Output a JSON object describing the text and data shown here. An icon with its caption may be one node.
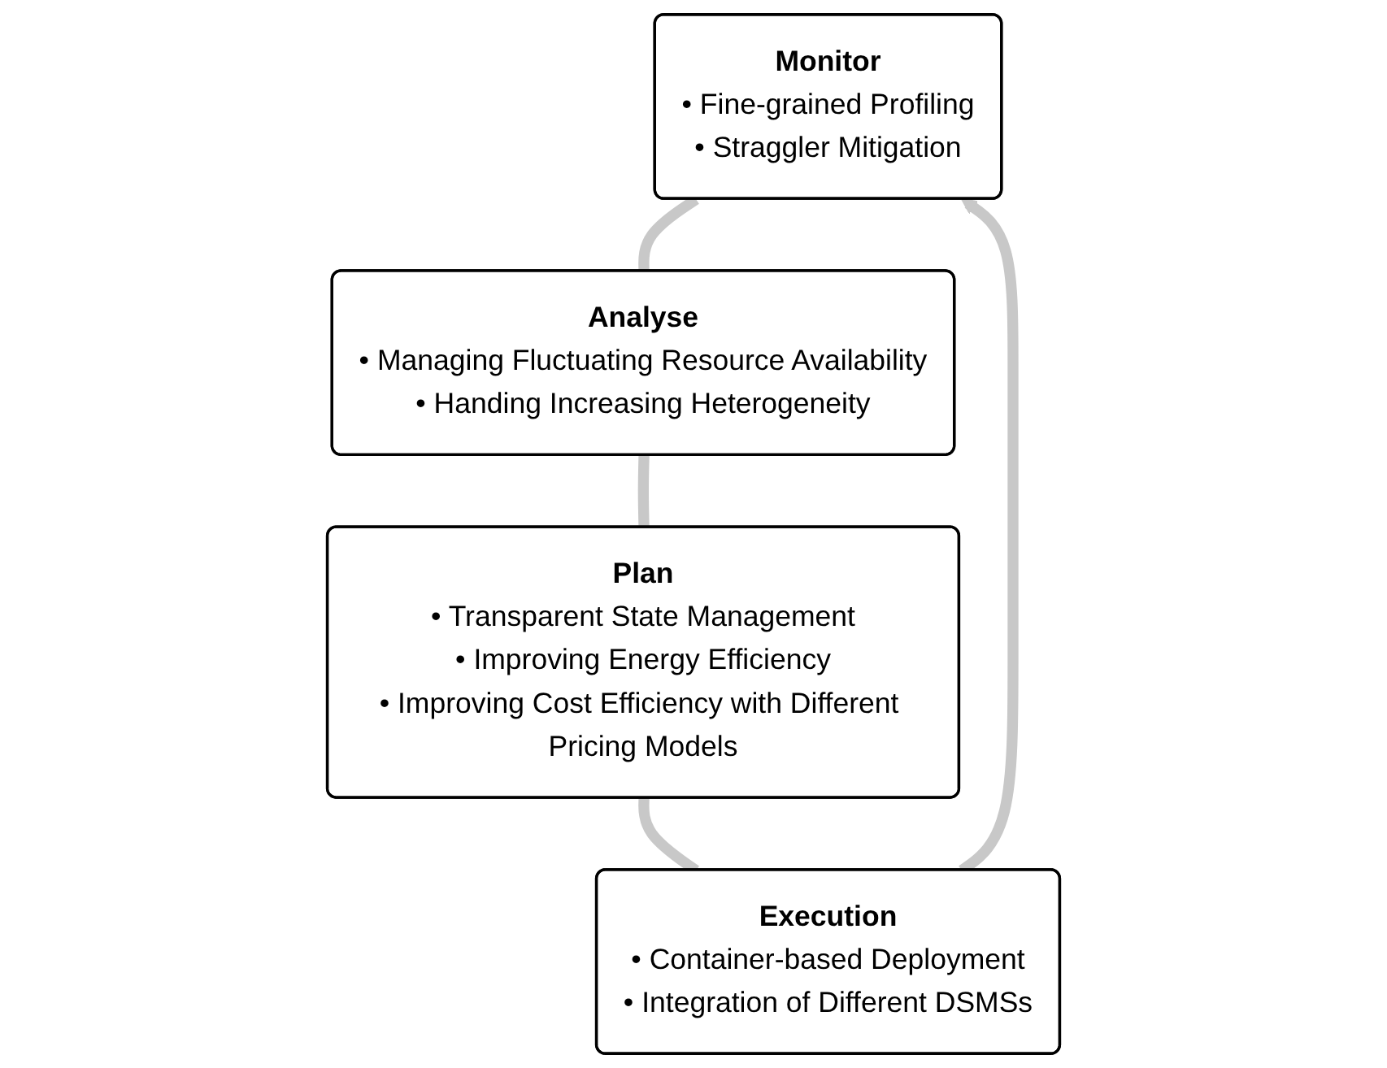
{
  "diagram": {
    "nodes": [
      {
        "text": [
          "Monitor",
          "• Fine-grained Profiling",
          "• Straggler Mitigation"
        ]
      },
      {
        "text": [
          "Analyse",
          "• Managing Fluctuating Resource Availability",
          "• Handing Increasing Heterogeneity"
        ]
      },
      {
        "text": [
          "Plan",
          "• Transparent State Management",
          "• Improving Energy Efficiency",
          "• Improving Cost Efficiency with Different Pricing Models"
        ]
      },
      {
        "text": [
          "Execution",
          "• Container-based Deployment",
          "• Integration of Different DSMSs"
        ]
      }
    ],
    "edges": [
      {
        "from": 0,
        "to": 1,
        "arrow": "none"
      },
      {
        "from": 1,
        "to": 2,
        "arrow": "none"
      },
      {
        "from": 2,
        "to": 3,
        "arrow": "none"
      },
      {
        "from": 3,
        "to": 0,
        "arrow": "to"
      }
    ]
  }
}
